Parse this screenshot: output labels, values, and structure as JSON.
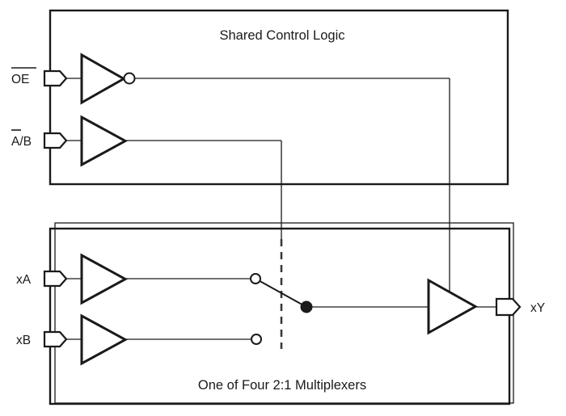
{
  "diagram": {
    "title_top": "Shared Control Logic",
    "title_bottom": "One of Four 2:1 Multiplexers",
    "colors": {
      "ink": "#1a1a1a",
      "background": "#ffffff",
      "dashed": "#3a3a3a"
    },
    "pins": {
      "oe": {
        "label": "OE",
        "overline": true,
        "type": "input"
      },
      "ab": {
        "label": "A/B",
        "overline_segment": "A",
        "type": "input"
      },
      "xa": {
        "label": "xA",
        "overline": false,
        "type": "input"
      },
      "xb": {
        "label": "xB",
        "overline": false,
        "type": "input"
      },
      "xy": {
        "label": "xY",
        "overline": false,
        "type": "output"
      }
    },
    "gates": {
      "oe_inverter": {
        "kind": "inverter",
        "has_bubble": true
      },
      "ab_buffer": {
        "kind": "buffer",
        "has_bubble": false
      },
      "xa_buffer": {
        "kind": "buffer",
        "has_bubble": false
      },
      "xb_buffer": {
        "kind": "buffer",
        "has_bubble": false
      },
      "output_buffer": {
        "kind": "buffer",
        "has_bubble": false
      }
    },
    "switch": {
      "kind": "spdt-2to1-switch",
      "pole_state": "connected-to-A",
      "contact_a": "open-circle-terminal",
      "contact_b": "open-circle-terminal",
      "common": "filled-node"
    },
    "control_line": {
      "kind": "dashed-mechanical-link",
      "from": "ab-buffer-output",
      "to": "switch-actuator"
    }
  }
}
